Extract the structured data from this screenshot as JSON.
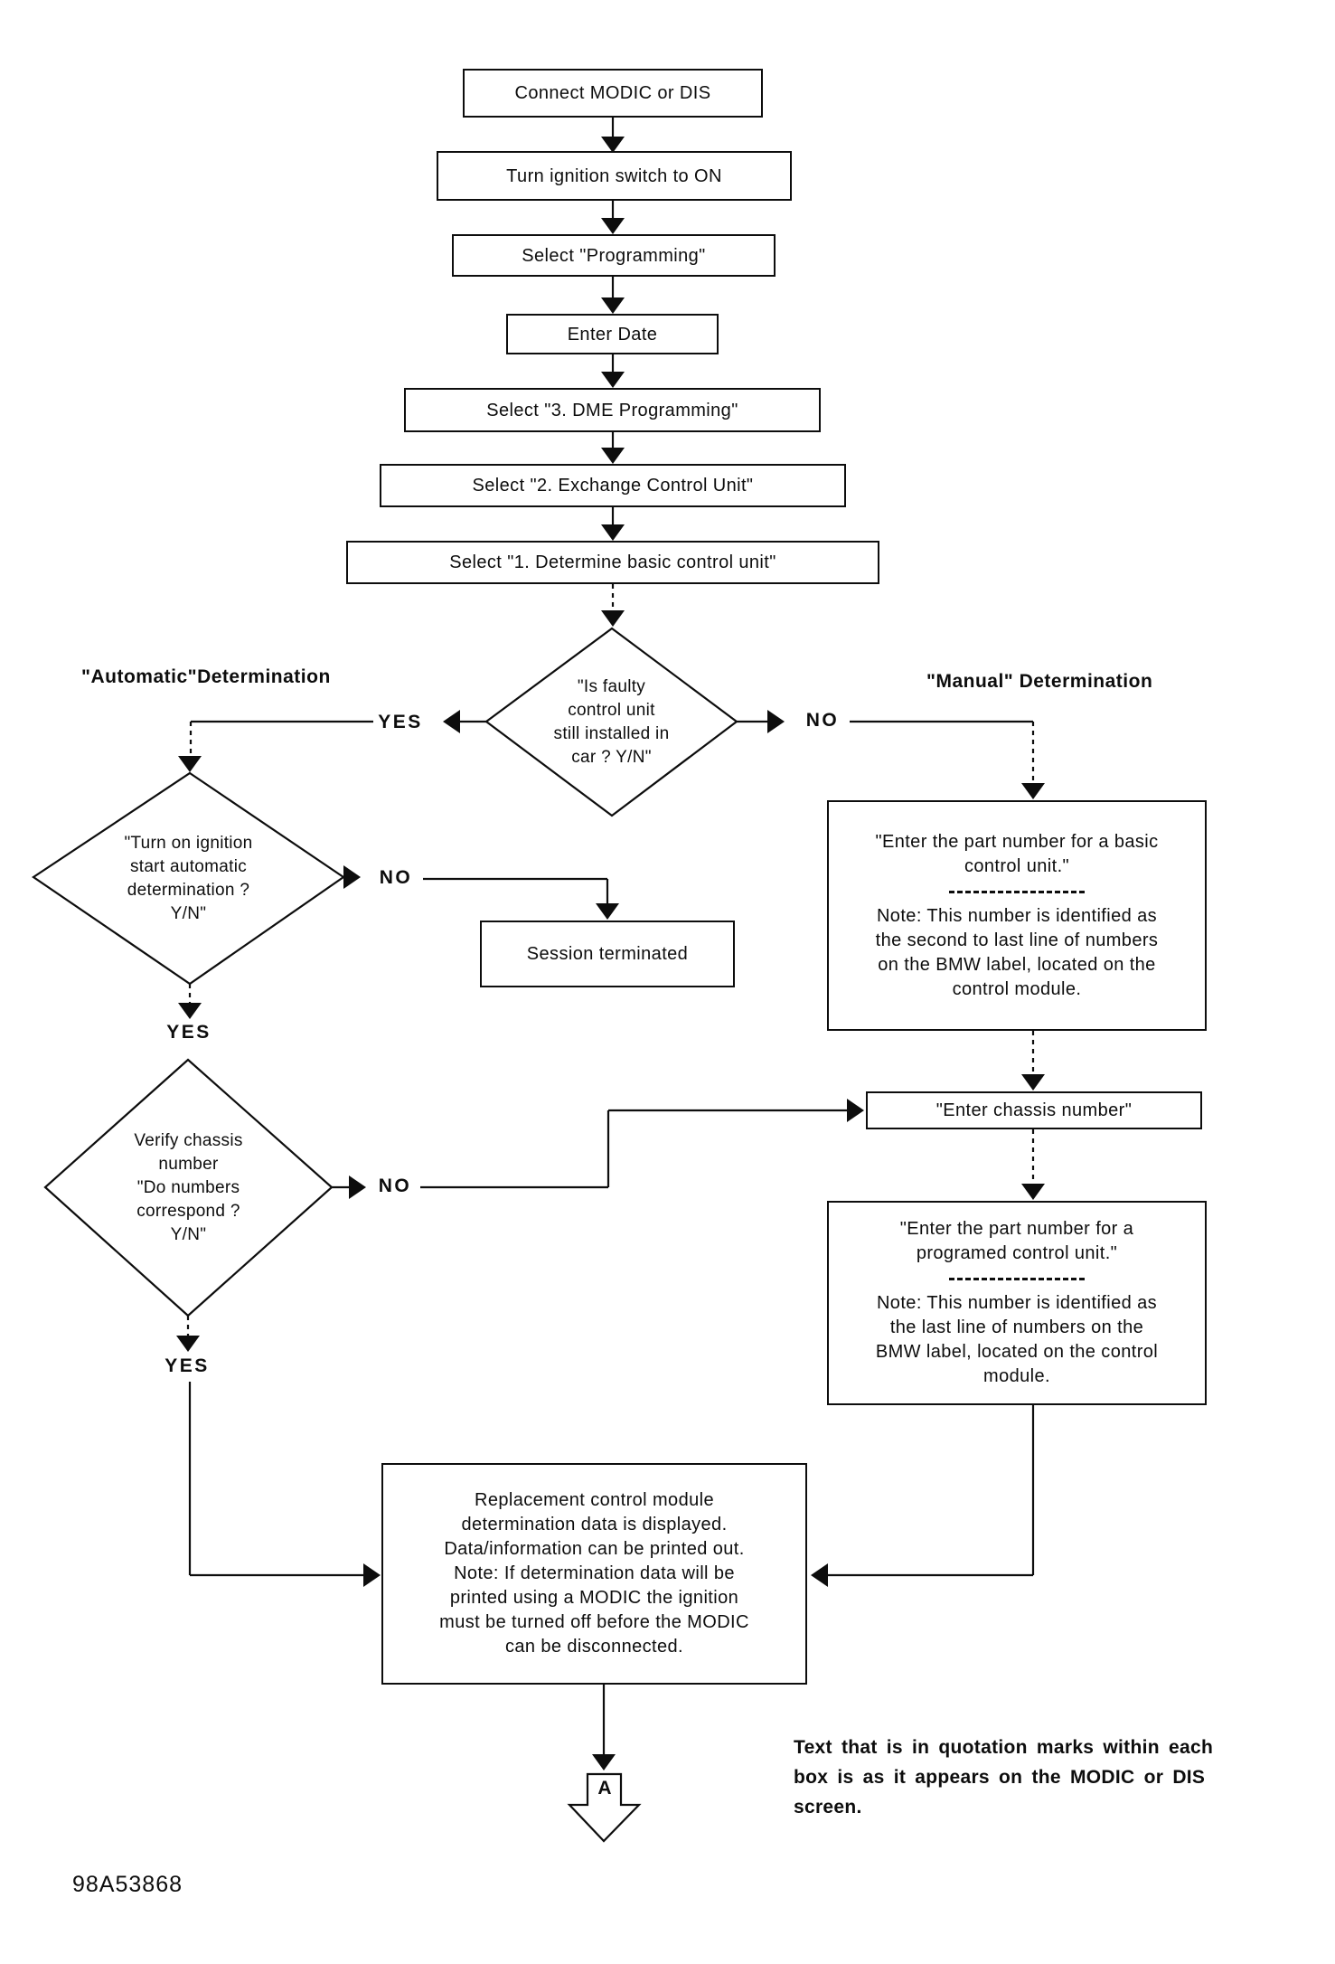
{
  "page": {
    "figure_number": "98A53868",
    "footnote": "Text that is in quotation marks within each\nbox is as it appears on the MODIC or DIS\nscreen."
  },
  "labels": {
    "yes": "YES",
    "no": "NO",
    "automatic": "\"Automatic\"Determination",
    "manual": "\"Manual\" Determination",
    "connector": "A"
  },
  "steps": [
    "Connect MODIC or DIS",
    "Turn ignition switch to ON",
    "Select \"Programming\"",
    "Enter Date",
    "Select \"3. DME Programming\"",
    "Select \"2. Exchange Control Unit\"",
    "Select \"1. Determine basic control unit\""
  ],
  "decisions": {
    "faulty_unit": "\"Is faulty\ncontrol unit\nstill installed in\ncar ? Y/N\"",
    "auto_start": "\"Turn on ignition\nstart automatic\ndetermination ?\nY/N\"",
    "verify_chassis": "Verify chassis\nnumber\n\"Do numbers\ncorrespond ?\nY/N\""
  },
  "boxes": {
    "session_terminated": "Session terminated",
    "basic_unit_quote": "\"Enter the part number for a basic\ncontrol unit.\"",
    "basic_unit_note": "Note: This number is identified as\nthe second to last line of numbers\non the BMW label, located on the\ncontrol module.",
    "enter_chassis": "\"Enter chassis number\"",
    "programmed_unit_quote": "\"Enter the part number for a\nprogramed control unit.\"",
    "programmed_unit_note": "Note: This number is identified as\nthe last line of numbers on the\nBMW label, located on the control\nmodule.",
    "result": "Replacement control module\ndetermination data is displayed.\nData/information can be printed out.\nNote: If determination data will be\nprinted using a MODIC the ignition\nmust be turned off before the MODIC\ncan be disconnected."
  }
}
